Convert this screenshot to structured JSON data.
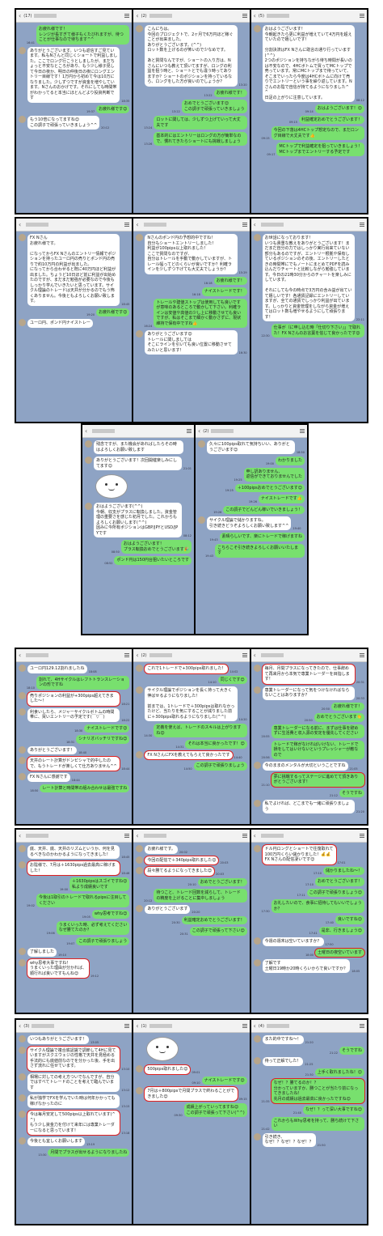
{
  "sections": [
    {
      "panes": [
        {
          "badge": "(17)",
          "msgs": [
            {
              "s": "me",
              "t": "お疲れ様です！\nレンジが長すぎて様子もくたびれますが、待つことが仕事なので待ちます^^",
              "time": "16:41"
            },
            {
              "s": "ot",
              "t": "ありがとうございます。いつも返信すご見ています。私もNさんと同じくショートで利益しました。ここでロング行こうとしましたが、まだちょっと不安なところがあり、もう少し様子見して今日の夜か、明日の仲後日の夜にロングエントリー目線です！1万円から初めて今は10万になりました。少しずつですが資金を増やしています。Nさんのおかげです。それにしても時間帯がわかってると本当にほとんどより投資判断です",
              "time": "18:35"
            },
            {
              "s": "me",
              "t": "お疲れ様です😊",
              "time": "19:37"
            },
            {
              "s": "ot",
              "t": "もう10倍になってますね😊\nこの調子で頑張っていきましょう^^",
              "time": "20:12"
            }
          ]
        },
        {
          "badge": "(2)",
          "msgs": [
            {
              "s": "ot",
              "t": "こんにちは。\n今回のプロジェクトで、2ヶ月で6万円ほど稼ぐことが出来ました。\nありがとうございます。(^^)\nロット数を上げるのが怖いので少なめです。\n\nあと質問なんですが、ショートの入り方は、Nさんにいつも教えて頂いてますが、ロングの利益を狙う時と、ショートとでも違う時ってありますか？ショートのポジションを持っているなら、ロングをした方が良いのでしょうか？",
              "time": "13:20"
            },
            {
              "s": "me",
              "t": "お疲れ様です！",
              "time": "13:22"
            },
            {
              "s": "me",
              "t": "おめでとうございます😊\nこの調子で頑張っていきましょう",
              "time": "13:22"
            },
            {
              "s": "me",
              "t": "ロットに関しては、少しずつ上げていって大丈夫です",
              "time": "13:24"
            },
            {
              "s": "me",
              "t": "基本的にはエントリーはロングの方が簡単なので、慣れてきたらショートにも挑戦しましょう",
              "time": "13:26"
            }
          ]
        },
        {
          "badge": "(5)",
          "msgs": [
            {
              "s": "ot",
              "t": "おはようございます！\n今朝起きたら更に利益が増えていて4万円を超えていたので嬉しいです！\n\n分割決済はFX Nさんに助言の通り行っています(^^)\n2つのポジションを持ちながら待ち時間が長いのは不安なので、4HCボトムで買ってMCトップで売っています。常にMCトップまで待っていて、そこまでいったら今度は4HCボトムに向けて売りでエントリーという事を繰り返しています。Nさんのお陰で自信が持てるようになりました^^\n日足の上がりに注意しています。",
              "time": "08:12"
            },
            {
              "s": "me",
              "t": "おはようございます！😊",
              "time": "09:14"
            },
            {
              "s": "me",
              "t": "利益確定おめでとうございます！",
              "time": "09:15"
            },
            {
              "s": "me",
              "t": "今回の下落は4HCトップ想定なので、まだロング目線で大丈夫です👍",
              "time": "09:15"
            },
            {
              "s": "me",
              "t": "MCトップで利益確定を狙っていきましょう！\nMCトップまでエントリーする予定です",
              "time": "09:17"
            }
          ]
        }
      ]
    },
    {
      "panes": [
        {
          "badge": "",
          "msgs": [
            {
              "s": "ot",
              "t": "FX Nさん\nお疲れ様です。\n\nになってからFX Nさんのエントリー情報でポジションを持ったユーロ円の売りとポンド円の売りで約10万円の利益が出ました。\nになってから合わせると既に40万円ほど利益が出ました。ちょうど10日ほど前に利益が出始めたのですが、まだまだ勉強が必要なので今後もしっかり学んでいきたいと思っています。サイクル理論のトレードは天井が分かるのでもう怖くありません。今後ともよろしくお願い致します。",
              "time": "18:45"
            },
            {
              "s": "me",
              "t": "お疲れ様です😊",
              "time": "19:20"
            },
            {
              "s": "ot",
              "t": "ユーロ円、ポンド円ナイストレー",
              "time": ""
            }
          ]
        },
        {
          "badge": "",
          "msgs": [
            {
              "s": "ot",
              "t": "Nさんのポンド円の予想的中ですね！\n自分もショートエントリーしました！\n利益が100pips以上取れました！\nここで質問なのですが、\n自分はトレールを手動で動かしていますが、トレール幅ってどのくらいが良いですか？利確ラインを少しずつ下げても大丈夫でしょうか？",
              "time": "15:29"
            },
            {
              "s": "me",
              "t": "お疲れ様です！",
              "time": "16:18"
            },
            {
              "s": "me",
              "t": "ナイストレードです！",
              "time": "16:18"
            },
            {
              "s": "me",
              "t": "トレールや建値ストップは使用しても良いですが意味のあるところで動かして下さい。利確ラインは安値や高値の少し上に移動させても良いですが、私はそこまで細かく動かさずに、現状維持で保有中ですね👍",
              "time": "16:24"
            },
            {
              "s": "ot",
              "t": "ありがとうございます😊\nトレールに関しましては\nそこにラインを引いても良い位置に移動させてみたいと思います！",
              "time": "16:30"
            }
          ]
        },
        {
          "badge": "",
          "msgs": [
            {
              "s": "ot",
              "t": "お世話になっております！\nいつも貴重な教えをありがとうございます！まだまだ自分の力ではしっかり実行出来ていない部分もあるのですが、エントリー根拠や保有しているポジションのその後、エントリーしたときの時間帯にでもノートにまとめてPDFを読み込んだりチャートと比較しながら勉強しています。今日の21時30分からのチャートを楽しみにしています。\n\nそれにしても今の時点で3万円の含み益が出ていて嬉しいです！各通貨記録にエントリーしていますが、全ての通貨でしっかり利益が出ています。しっかりと資金管理をしながら資金が増えてはロット数も増やせるようにして頑張ります！",
              "time": "22:11"
            },
            {
              "s": "me",
              "t": "仕事が（に申し込む時「仕切り下さい」」で取れた！FX Nさんのお言葉を信じて良かったです😊",
              "time": "22:30"
            }
          ]
        }
      ]
    },
    {
      "panes": [
        {
          "badge": "",
          "msgs": [
            {
              "s": "ot",
              "t": "残念ですが、また機会があればしたらその時はよろしくお願い致します",
              "time": ""
            },
            {
              "s": "ot",
              "t": "ありがとうございます！次回開催楽しみにしてます😊",
              "time": "21:01"
            },
            {
              "s": "stk",
              "t": "",
              "time": ""
            },
            {
              "s": "ot",
              "t": "おはようございます(^^)\n今朝、収支がプラスに転換しました。資金管理の重要さを感じた初月でした。これからもよろしくお願いします(^^)\n因みに今所有ポジションはGBP/JPYとUSD/JPYです",
              "time": "08:12"
            },
            {
              "s": "me",
              "t": "おはようございます！\nプラス転換おめでとうございます🎉",
              "time": "08:50"
            },
            {
              "s": "me",
              "t": "ポンド円は150円台狙いたいところです",
              "time": "08:52"
            }
          ]
        },
        {
          "badge": "(2)",
          "msgs": [
            {
              "s": "ot",
              "t": "久々に100pips取れて気持ちいい、ありがとうございます😊",
              "time": "18:50"
            },
            {
              "s": "me",
              "t": "わかりました",
              "time": "19:00"
            },
            {
              "s": "me",
              "t": "申し訳ありません、\n返信ができておりませんでした",
              "time": "19:25"
            },
            {
              "s": "me",
              "t": "＋100pipsおめでとうございます😊",
              "time": "19:25"
            },
            {
              "s": "me",
              "t": "ナイストレードです👍",
              "time": "19:26"
            },
            {
              "s": "me",
              "t": "この調子でどんどん稼いでいきましょう！",
              "time": "19:26"
            },
            {
              "s": "ot",
              "t": "サイクル理論で儲かりますね。\n引き続きどうぞよろしくお願い致します^^",
              "time": "19:40"
            },
            {
              "s": "me",
              "t": "素晴らしいです、楽にトレードで稼げますね",
              "time": "19:43"
            },
            {
              "s": "me",
              "t": "こちらこそ引き続きよろしくお願いいたします",
              "time": "19:43"
            }
          ]
        }
      ]
    },
    {
      "panes": [
        {
          "badge": "",
          "msgs": [
            {
              "s": "ot",
              "t": "ユーロ円129.12割れましたね",
              "time": "18:08"
            },
            {
              "s": "me",
              "t": "割れて、4Hサイクルはレフトトランスレーションの形ですね",
              "time": "18:10"
            },
            {
              "s": "ot",
              "t": "売りポジションの利益が+300pips超えてきました〜！",
              "time": "18:21",
              "hl": true
            },
            {
              "s": "ot",
              "t": "利食いしたら、メジャーサイクルボトムの時間帯に、買いエントリーの予定です(￣▽￣)",
              "time": "18:22"
            },
            {
              "s": "me",
              "t": "ナイストレードです😊",
              "time": "18:30"
            },
            {
              "s": "me",
              "t": "シナリオバッチリですね😊",
              "time": "18:31"
            },
            {
              "s": "ot",
              "t": "ありがとうございます！",
              "time": "18:40"
            },
            {
              "s": "ot",
              "t": "天井のレート計算がドンピシャで的中したので、もうトレードが楽しくて仕方ありません^^",
              "time": "18:44",
              "hl": true
            },
            {
              "s": "ot",
              "t": "FX Nさんに感謝です",
              "time": "18:44"
            },
            {
              "s": "me",
              "t": "レート計算と時間帯の組み合わせは最強ですね",
              "time": "18:50"
            }
          ]
        },
        {
          "badge": "(2)",
          "msgs": [
            {
              "s": "ot",
              "t": "これで1トレードで+300pips取れました！",
              "time": "14:02",
              "hl": true
            },
            {
              "s": "me",
              "t": "同じくです😊",
              "time": "14:10"
            },
            {
              "s": "ot",
              "t": "サイクル理論でポジションを長く持って大きく伸ばせるようになりました！\n\n前までは、1トレードで＋300pipsは取れなかったけど、当たりを気にすることが減りました前に＋300pips取れるようになりました(^^)",
              "time": "14:20"
            },
            {
              "s": "me",
              "t": "定義を使えば、トレードのスキルは上がりますね😊",
              "time": "14:30"
            },
            {
              "s": "me",
              "t": "それは本当に良かったです！😊",
              "time": "14:31"
            },
            {
              "s": "ot",
              "t": "FX NさんにFXを教えてもらえて良かったです",
              "time": "14:40",
              "hl": true
            },
            {
              "s": "me",
              "t": "この調子で頑張りましょう",
              "time": "14:50"
            }
          ]
        },
        {
          "badge": "",
          "msgs": [
            {
              "s": "ot",
              "t": "毎月、月間プラスになってきたので、仕事辞めて再来月から本気で専業トレーダーを目指します！",
              "time": "20:31",
              "hl": true
            },
            {
              "s": "ot",
              "t": "専業トレーダーになって気をつけなければならないことはありますか？",
              "time": "20:33"
            },
            {
              "s": "me",
              "t": "お疲れ様です！",
              "time": "20:50"
            },
            {
              "s": "me",
              "t": "おめでとうございます👏",
              "time": "20:50"
            },
            {
              "s": "me",
              "t": "専業トレーダーになる前に、まずは仕事を辞めずに生活費と収入源の安定を優先してください",
              "time": "20:55"
            },
            {
              "s": "me",
              "t": "トレードで稼がなければいけない、トレードで損をしてはいけないというプレッシャーが敵なので",
              "time": "20:56"
            },
            {
              "s": "ot",
              "t": "今のままのメンタルが大切ということですね",
              "time": "21:05"
            },
            {
              "s": "me",
              "t": "夢に挑戦するってステージに進めてて頂きありがとうございます！",
              "time": "21:10",
              "hl": true
            },
            {
              "s": "me",
              "t": "そうですね",
              "time": "21:12"
            },
            {
              "s": "ot",
              "t": "私でよければ、どこまでも一緒に頑張りましょう",
              "time": "21:20"
            }
          ]
        }
      ]
    },
    {
      "panes": [
        {
          "badge": "",
          "msgs": [
            {
              "s": "ot",
              "t": "底、天井、底、天井のリズムというか、何を見るべきなのかわかるようになってきました！",
              "time": "18:45"
            },
            {
              "s": "ot",
              "t": "お陰様で、7月は＋1630pips過去最高に稼げました！",
              "time": "18:46",
              "hl": true
            },
            {
              "s": "me",
              "t": "＋1630pipsはスゴイですね😊\n私より成績良いです",
              "time": "19:00"
            },
            {
              "s": "me",
              "t": "今後は1取引のトレードで取れるpipsに注目してください",
              "time": "19:02"
            },
            {
              "s": "me",
              "t": "why思考ですね😊",
              "time": "19:05"
            },
            {
              "s": "me",
              "t": "うまくいった時、必ず考えてください\nなぜ勝てたのか？",
              "time": "19:06"
            },
            {
              "s": "me",
              "t": "この調子で頑張りましょう",
              "time": "19:07"
            },
            {
              "s": "ot",
              "t": "了解しました",
              "time": "19:10"
            },
            {
              "s": "ot",
              "t": "why思考大事ですね！\nうまくいった理由が分かれば、\n順行れば良いですもんね😊",
              "time": "19:12",
              "hl": true
            }
          ]
        },
        {
          "badge": "",
          "msgs": [
            {
              "s": "ot",
              "t": "お疲れ様です。",
              "time": "20:02"
            },
            {
              "s": "ot",
              "t": "今回の配信で＋340pips取れました😊",
              "time": "20:03",
              "hl": true
            },
            {
              "s": "ot",
              "t": "段々勝てるようになってきました😊",
              "time": "20:03",
              "hl": true
            },
            {
              "s": "me",
              "t": "おめでとうございます！",
              "time": "20:10"
            },
            {
              "s": "me",
              "t": "待つこと、トレード回数を減らして、トレードの精度を上げることに集中しましょう",
              "time": "20:12"
            },
            {
              "s": "ot",
              "t": "ありがとうございます",
              "time": "20:20"
            },
            {
              "s": "me",
              "t": "利益確定おめでとうございます！",
              "time": "20:30"
            },
            {
              "s": "me",
              "t": "この調子で頑張って下さい😊",
              "time": "20:31"
            }
          ]
        },
        {
          "badge": "",
          "msgs": [
            {
              "s": "ot",
              "t": "ドル円ロングとショートで往復取れて\n100万円くらい儲かりました！💰💰\nFX Nさんの配信凄いです😊",
              "time": "17:01",
              "hl": true
            },
            {
              "s": "me",
              "t": "儲かりましたね〜！",
              "time": "17:10"
            },
            {
              "s": "me",
              "t": "おめでとうございます！",
              "time": "17:10"
            },
            {
              "s": "me",
              "t": "この調子で頑張りましょう😊",
              "time": "17:11"
            },
            {
              "s": "me",
              "t": "お礼したいので、食事に招待してもいいでしょうか？",
              "time": "17:30"
            },
            {
              "s": "me",
              "t": "良いですね😊",
              "time": "17:40"
            },
            {
              "s": "me",
              "t": "是非、行きましょう😊",
              "time": "17:41"
            },
            {
              "s": "ot",
              "t": "今週の週末は空いていますか？",
              "time": "17:50"
            },
            {
              "s": "me",
              "t": "土曜日の夜空いています",
              "time": "18:00",
              "hl": true
            },
            {
              "s": "ot",
              "t": "了解です\n土曜日19時か20時くらいからで良いですか？",
              "time": "18:05"
            }
          ]
        }
      ]
    },
    {
      "panes": [
        {
          "badge": "(3)",
          "msgs": [
            {
              "s": "ot",
              "t": "いつもありがとうございます！",
              "time": "13:05"
            },
            {
              "s": "ot",
              "t": "サイクル理論で複合底認識で調節して4Hに見ていますがスクエウェジの性格で天井を見極める手法的にも底値前なのでを分かった後、手を出さず流れに任せています。",
              "time": "13:10",
              "hl": true
            },
            {
              "s": "ot",
              "t": "相場に対しての考え方ついでなんですが、自分ではすべてトレードのことを考えて臨んでいます",
              "time": "13:12"
            },
            {
              "s": "ot",
              "t": "私が独学でFXを学んでいた時は何年かかっても稼げなかったのに",
              "time": "13:15"
            },
            {
              "s": "ot",
              "t": "今は毎月安定して500pips以上取れています(^^)\nもう少し資金力を付けて来年には専業トレーダーになると思っています！",
              "time": "13:18",
              "hl": true
            },
            {
              "s": "ot",
              "t": "今後とも宜しくお願いします",
              "time": "13:19"
            },
            {
              "s": "me",
              "t": "月間でプラスが出せるようになりましたね",
              "time": "13:30"
            }
          ]
        },
        {
          "badge": "(1)",
          "msgs": [
            {
              "s": "stk",
              "t": "",
              "time": ""
            },
            {
              "s": "ot",
              "t": "500pips取れました😊",
              "time": "09:01",
              "hl": true
            },
            {
              "s": "me",
              "t": "ナイストレードです😊",
              "time": "09:10"
            },
            {
              "s": "ot",
              "t": "7月は＋800pipsで月間プラスで終わることができました😊",
              "time": "09:15",
              "hl": true
            },
            {
              "s": "me",
              "t": "成績上がっていってますね😊\nこの調子で頑張って下さい(^^)",
              "time": "09:30"
            }
          ]
        },
        {
          "badge": "(4)",
          "msgs": [
            {
              "s": "ot",
              "t": "また的中ですね〜！",
              "time": "21:20"
            },
            {
              "s": "me",
              "t": "そうですね",
              "time": "21:22"
            },
            {
              "s": "ot",
              "t": "待って正解でした！",
              "time": "21:25"
            },
            {
              "s": "me",
              "t": "上手く取れましたね！😊",
              "time": "21:30"
            },
            {
              "s": "me",
              "t": "なぜ！？勝てるのか！？\n分かっていますか、勝つことが当たり前になってきましたね！\n先月の成績は過去最高に良かったですね😊",
              "time": "21:35",
              "hl": true
            },
            {
              "s": "me",
              "t": "なぜ！？って深い大事ですね😊",
              "time": "21:40"
            },
            {
              "s": "me",
              "t": "これからもWhy思考を持って、勝ち続けて下さい",
              "time": "21:42"
            },
            {
              "s": "ot",
              "t": "引き続き、\nなぜ！？なぜ！？なぜ！？",
              "time": "21:50"
            }
          ]
        }
      ]
    }
  ]
}
